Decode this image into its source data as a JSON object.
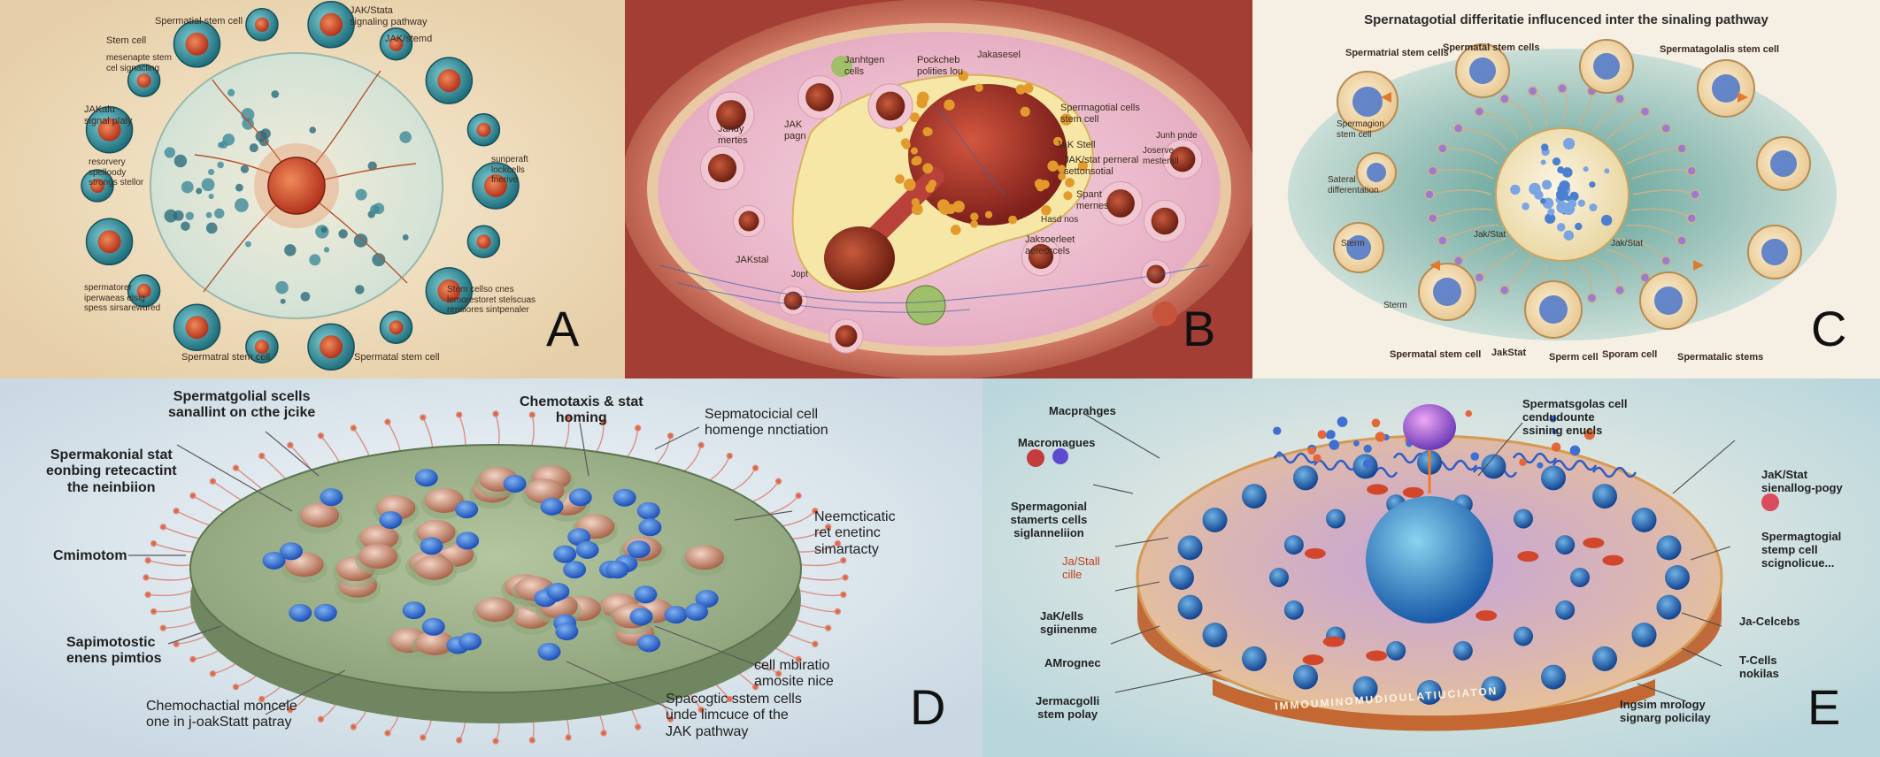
{
  "panels": {
    "a": {
      "letter": "A",
      "labels": [
        "Spermatial stem cell",
        "Stem cell",
        "JAK/Stata signaling pathway",
        "JAK/stemd",
        "JAKalu signal plaly",
        "Spermatral stem cell",
        "Spermatal stem cell"
      ],
      "small_texts": [
        "mesenapte stem cel signacling",
        "resorvery spelloody strongs stellor",
        "sunperaft lockcells fnerive",
        "spermatorer iperwaeas elsig spess sirsarewured",
        "Stem cellso cnes lemorestoret stelscuas rensiores sintpenaler"
      ]
    },
    "b": {
      "letter": "B",
      "labels": [
        "Janhtgen cells",
        "Pockcheb polities lou",
        "Jakasesel",
        "Spermagotial cells stem cell",
        "JAK/stat perneral settonsotial",
        "JAK pagn",
        "Jandy mertes",
        "JAKstal",
        "JAK Stell",
        "Jaksoerleet aeteorcels",
        "Spant mernes"
      ],
      "small_texts": [
        "Junh pnde",
        "Joserve mesterall",
        "Hasd nos",
        "Jopt"
      ]
    },
    "c": {
      "letter": "C",
      "title": "Spernatagotial differitatie influcenced inter the sinaling pathway",
      "labels": [
        "Spermatrial stem cells",
        "Spermatagolalis stem cell",
        "Spermatal stem cells",
        "Spermatal stem cell",
        "JakStat",
        "Sperm cell",
        "Sporam cell",
        "Spermatalic stems"
      ],
      "small_texts": [
        "Spermagion stem cell",
        "Sateral differentation",
        "Sterm",
        "Jak/Stat",
        "Jak/Stat",
        "Sterm"
      ]
    },
    "d": {
      "letter": "D",
      "labels": [
        "Spermatgolial scells\nsanallint on cthe jcike",
        "Chemotaxis & stat\nhoming",
        "Sepmatocicial cell\nhomenge nnctiation",
        "Spermakonial stat\neonbing retecactint\nthe neinbiion",
        "Neemcticatic\nret enetinc\nsimartacty",
        "Cmimotom",
        "Sapimotostic\nenens pimtios",
        "cell mbiratio\namosite nice",
        "Chemochactial moncele\none in j-oakStatt patray",
        "Spacogtic sstem cells\nunde limcuce of the\nJAK pathway"
      ]
    },
    "e": {
      "letter": "E",
      "labels": [
        "Macprahges",
        "Spermatsgolas cell\ncendudounte\nssining enucls",
        "Macromagues",
        "JaK/Stat\nsienallog-pogy",
        "Spermagonial\nstamerts cells\nsiglanneliion",
        "Spermagtogial\nstemp cell\nscignolicue...",
        "Ja/Stall\ncille",
        "JaK/ells\nsgiinenme",
        "Ja-Celcebs",
        "AMrognec",
        "T-Cells\nnokilas",
        "Jermacgolli\nstem polay",
        "Ingsim mrology\nsignarg policilay"
      ],
      "band_text": "IMMOUMINOMUDIOULATIUCIATON"
    }
  }
}
